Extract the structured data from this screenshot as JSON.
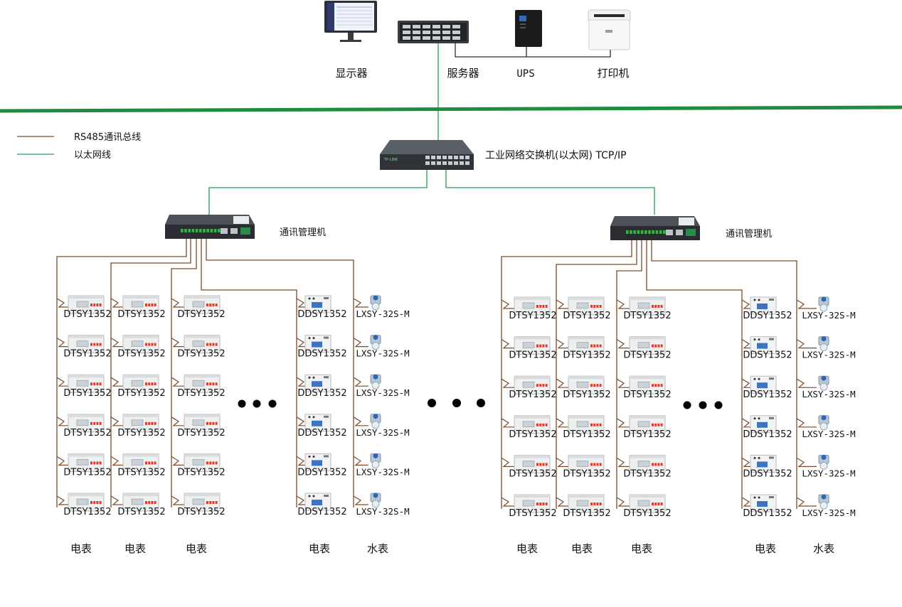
{
  "legend": {
    "rs485_label": "RS485通讯总线",
    "ethernet_label": "以太网线"
  },
  "top": {
    "monitor_label": "显示器",
    "server_label": "服务器",
    "ups_label": "UPS",
    "printer_label": "打印机"
  },
  "switch_label": "工业网络交换机(以太网) TCP/IP",
  "gateway_label": "通讯管理机",
  "labels": {
    "dtsy": "DTSY1352",
    "ddsy": "DDSY1352",
    "lxsy": "LXSY-32S-M",
    "electric": "电表",
    "water": "水表"
  },
  "colors": {
    "rs485": "#7b4a2a",
    "ethernet": "#239a55",
    "backbone": "#1f8d3f"
  },
  "groups": [
    {
      "name": "left",
      "meter_columns": [
        "dtsy",
        "dtsy",
        "dtsy",
        "ddsy",
        "lxsy"
      ],
      "rows": 6
    },
    {
      "name": "right",
      "meter_columns": [
        "dtsy",
        "dtsy",
        "dtsy",
        "ddsy",
        "lxsy"
      ],
      "rows": 6
    }
  ]
}
